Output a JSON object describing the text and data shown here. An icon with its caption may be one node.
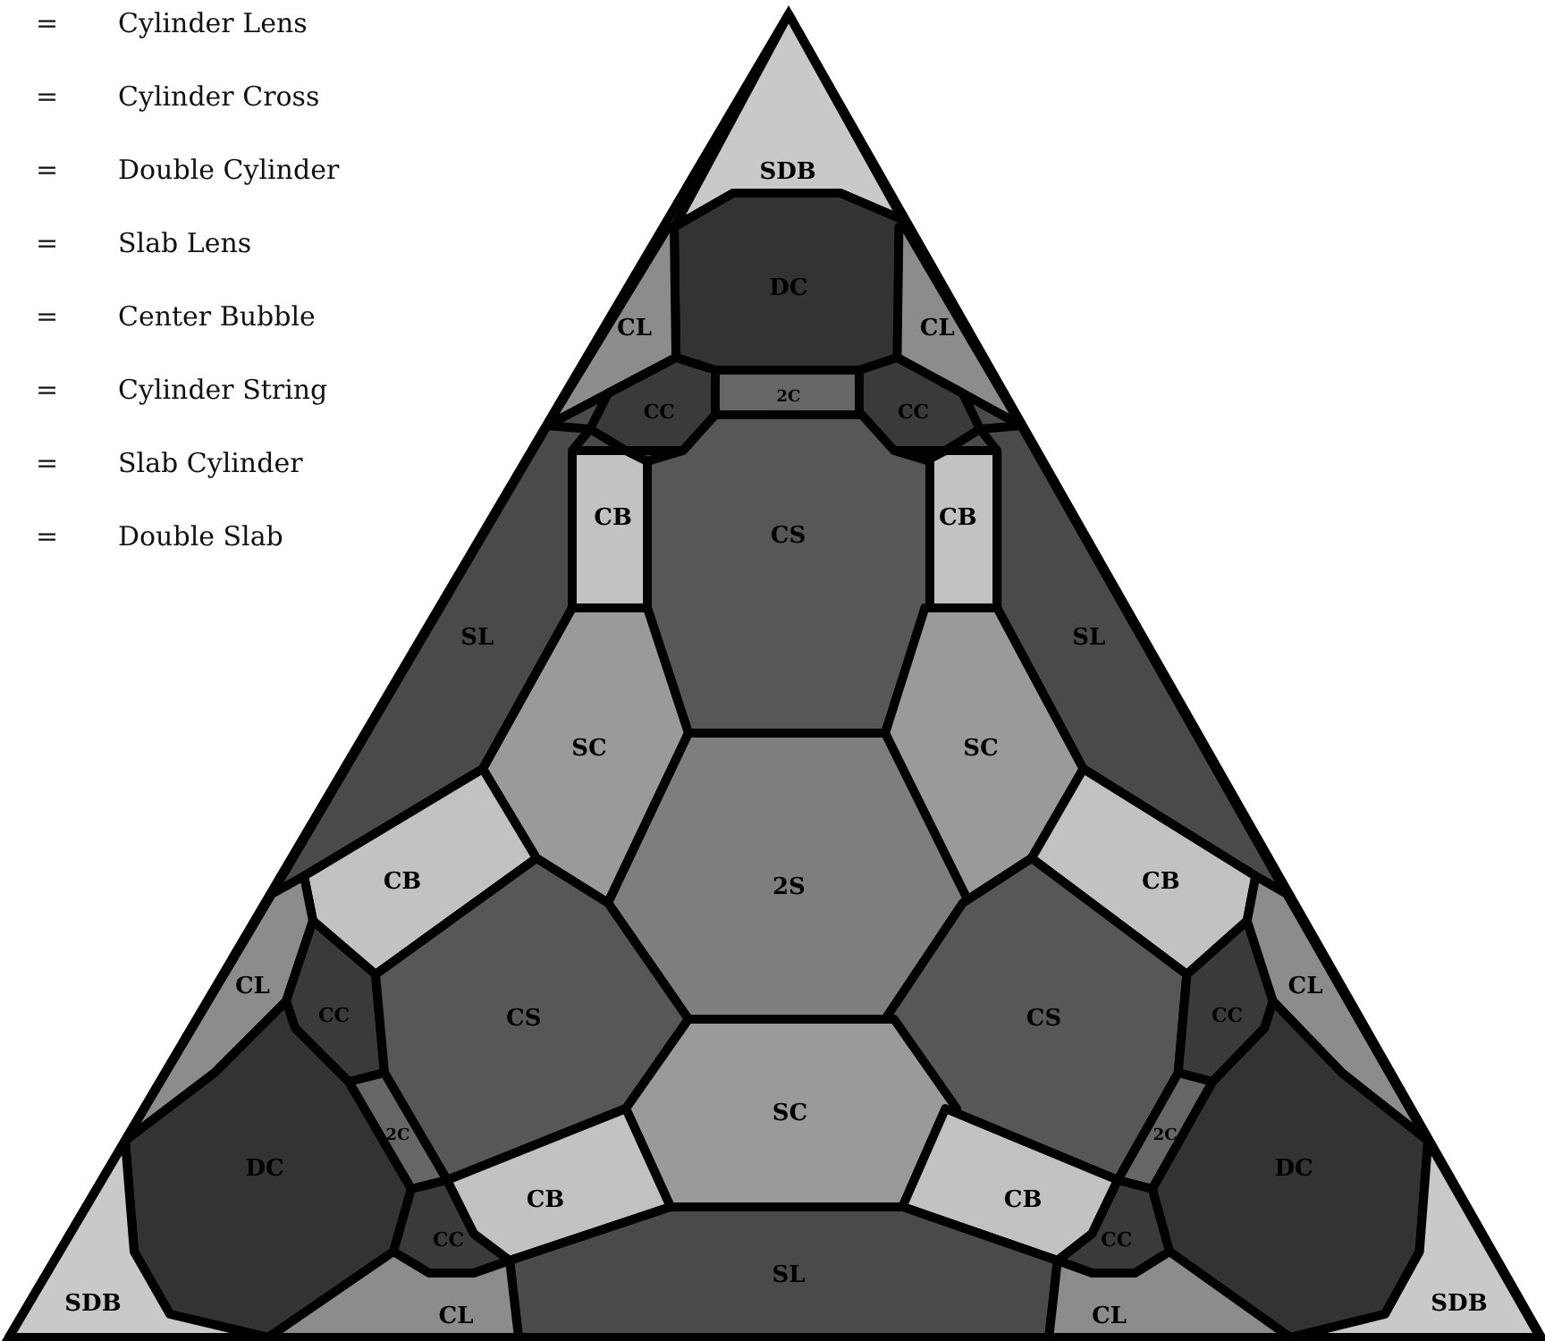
{
  "diagram": {
    "nodes": [
      {
        "text": [
          "SDB"
        ]
      },
      {
        "text": [
          "DC"
        ]
      },
      {
        "text": [
          "CL"
        ]
      },
      {
        "text": [
          "CL"
        ]
      },
      {
        "text": [
          "CC"
        ]
      },
      {
        "text": [
          "2C"
        ]
      },
      {
        "text": [
          "CC"
        ]
      },
      {
        "text": [
          "CB"
        ]
      },
      {
        "text": [
          "CB"
        ]
      },
      {
        "text": [
          "CS"
        ]
      },
      {
        "text": [
          "SL"
        ]
      },
      {
        "text": [
          "SL"
        ]
      },
      {
        "text": [
          "SC"
        ]
      },
      {
        "text": [
          "SC"
        ]
      },
      {
        "text": [
          "2S"
        ]
      },
      {
        "text": [
          "CB"
        ]
      },
      {
        "text": [
          "CB"
        ]
      },
      {
        "text": [
          "CL"
        ]
      },
      {
        "text": [
          "CC"
        ]
      },
      {
        "text": [
          "CS"
        ]
      },
      {
        "text": [
          "CS"
        ]
      },
      {
        "text": [
          "CC"
        ]
      },
      {
        "text": [
          "CL"
        ]
      },
      {
        "text": [
          "2C"
        ]
      },
      {
        "text": [
          "2C"
        ]
      },
      {
        "text": [
          "SC"
        ]
      },
      {
        "text": [
          "DC"
        ]
      },
      {
        "text": [
          "DC"
        ]
      },
      {
        "text": [
          "CC"
        ]
      },
      {
        "text": [
          "CB"
        ]
      },
      {
        "text": [
          "CB"
        ]
      },
      {
        "text": [
          "CC"
        ]
      },
      {
        "text": [
          "SDB"
        ]
      },
      {
        "text": [
          "SL"
        ]
      },
      {
        "text": [
          "SDB"
        ]
      },
      {
        "text": [
          "CL"
        ]
      },
      {
        "text": [
          "CL"
        ]
      }
    ],
    "labels": [
      "=",
      "Cylinder Lens",
      "=",
      "Cylinder Cross",
      "=",
      "Double Cylinder",
      "=",
      "Slab Lens",
      "=",
      "Center Bubble",
      "=",
      "Cylinder String",
      "=",
      "Slab Cylinder",
      "=",
      "Double Slab"
    ]
  }
}
